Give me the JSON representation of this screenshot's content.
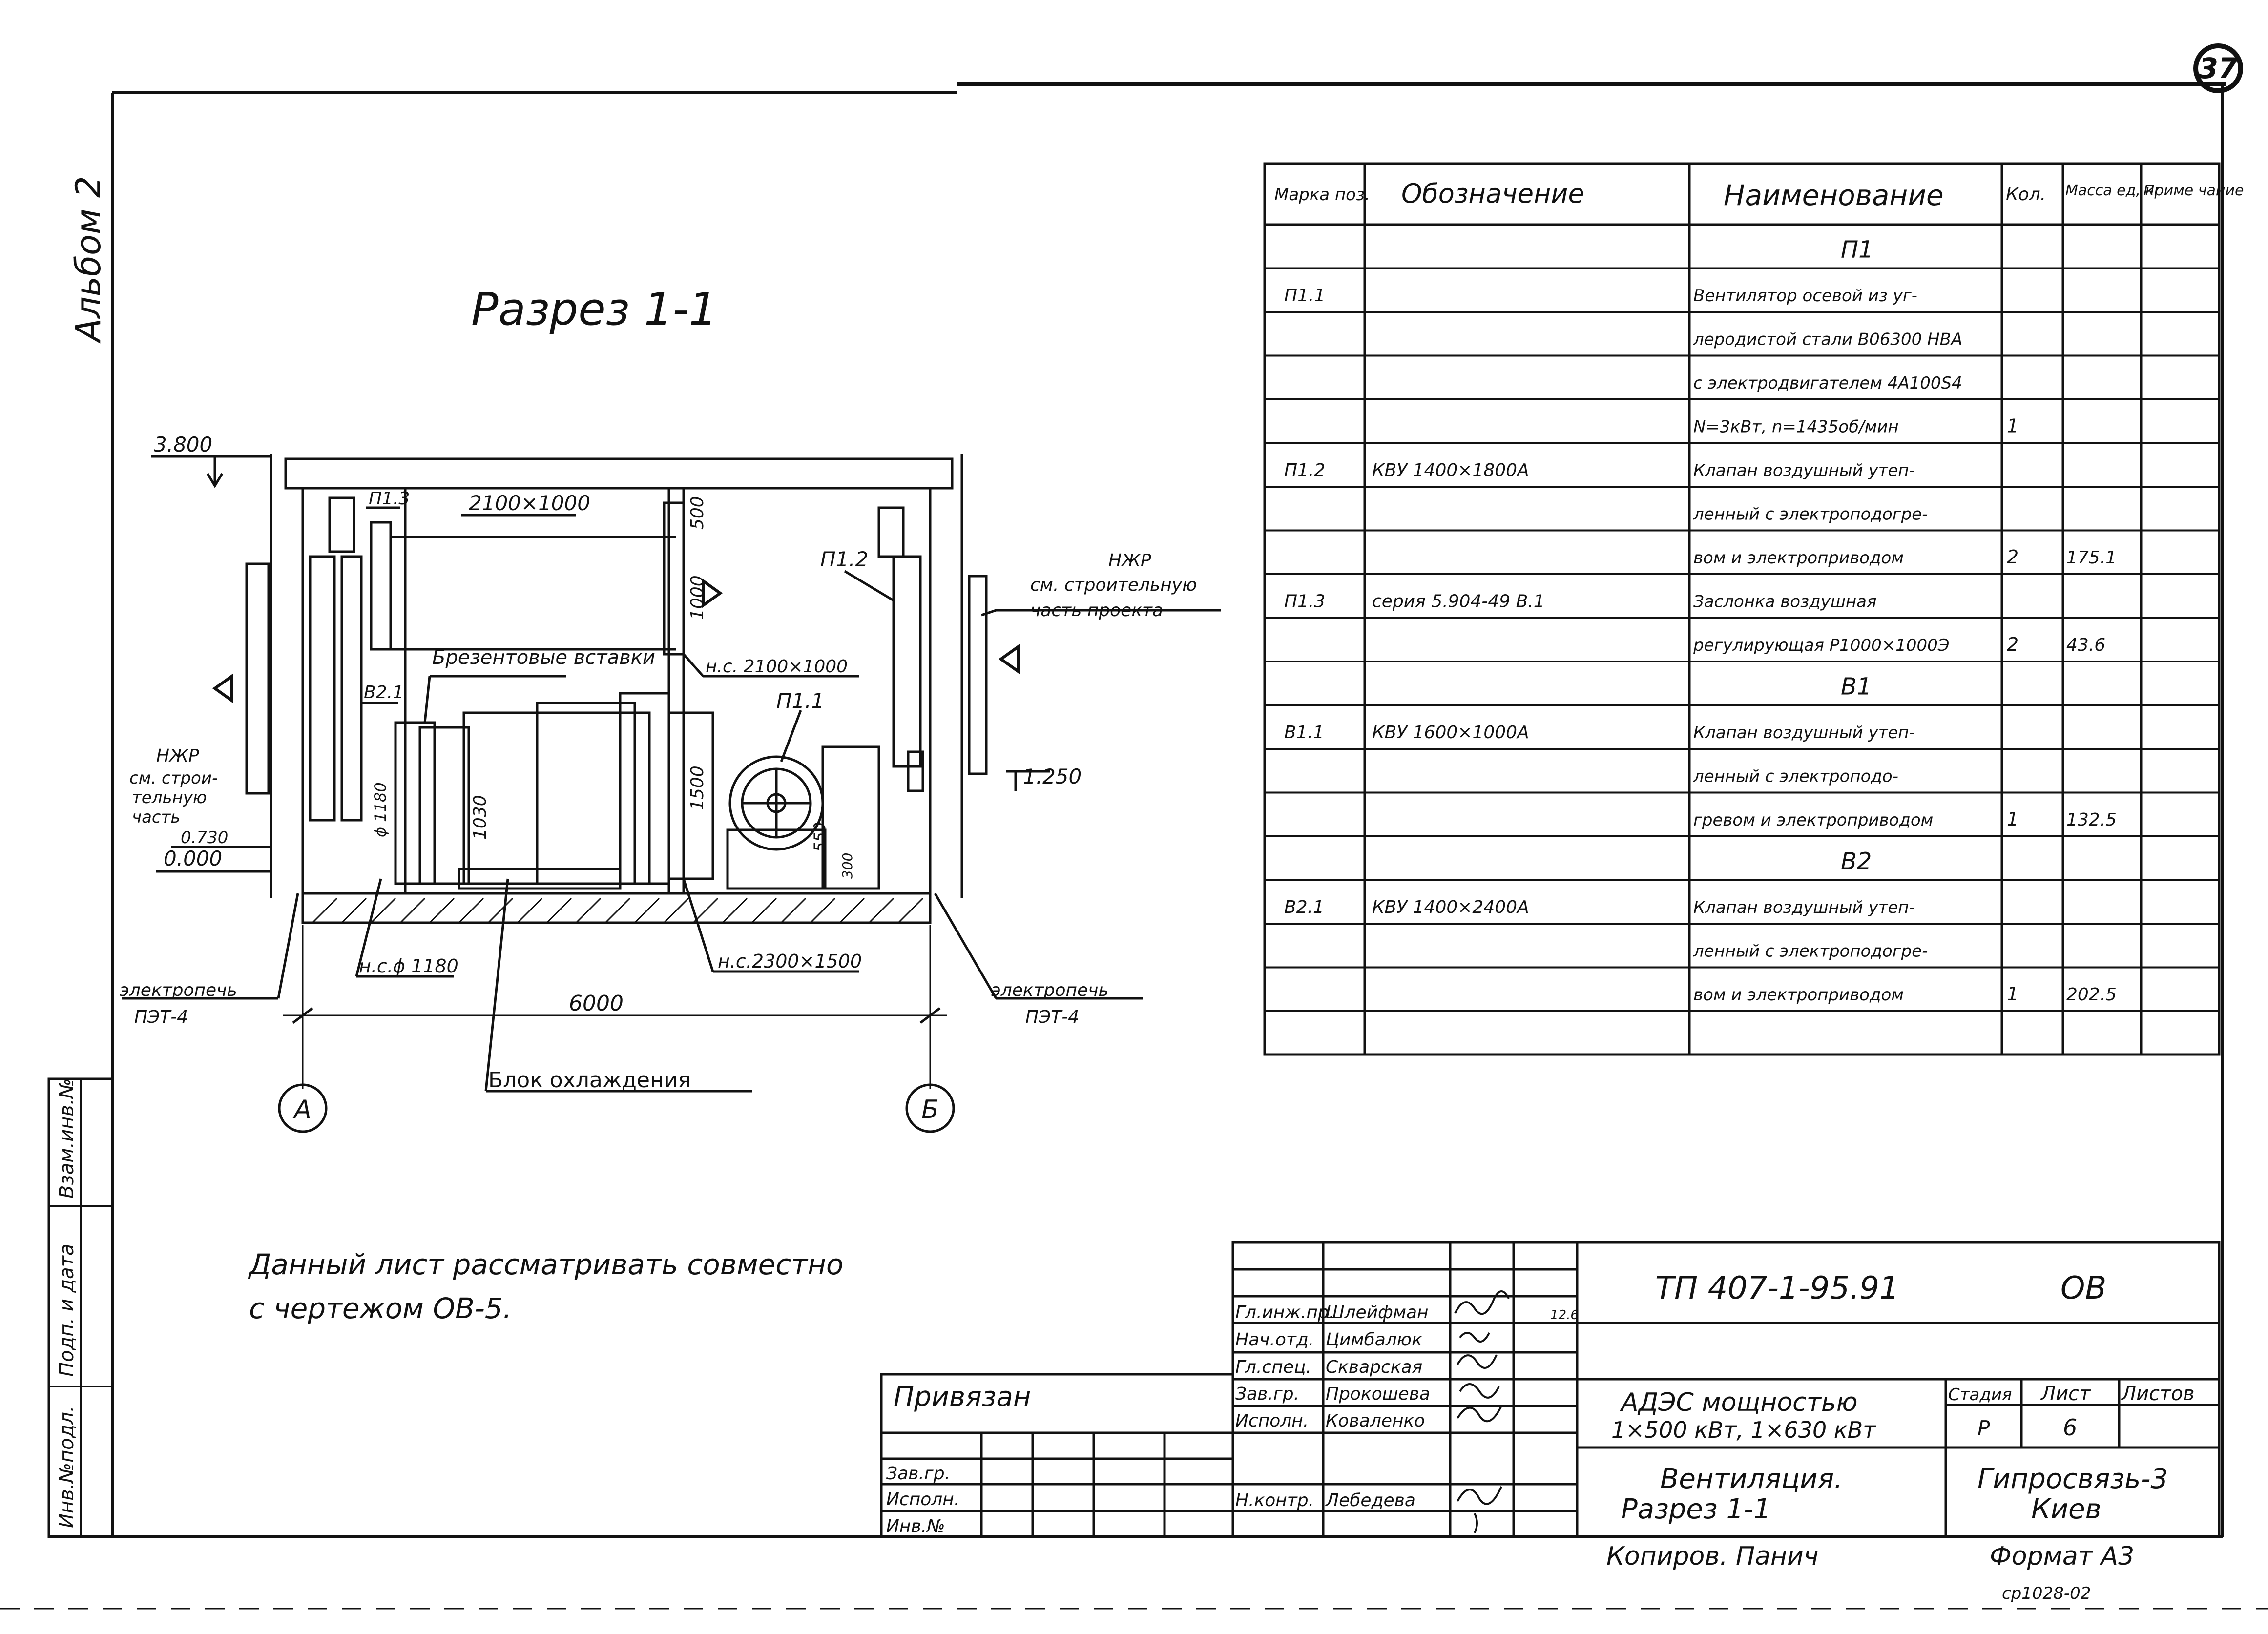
{
  "page_number": "37",
  "side_title": "Альбом 2",
  "section_title": "Разрез 1-1",
  "note": {
    "line1": "Данный лист рассматривать совместно",
    "line2": "с чертежом ОВ-5."
  },
  "drawing": {
    "level_top": "3.800",
    "level_mid": "0.730",
    "level_zero": "0.000",
    "level_right": "1.250",
    "tag_p13": "П1.3",
    "tag_p12": "П1.2",
    "tag_p11": "П1.1",
    "tag_b21": "В2.1",
    "duct_top": "2100×1000",
    "dim_500": "500",
    "dim_1000": "1000",
    "dim_1500": "1500",
    "dim_1030": "1030",
    "dim_1180": "ϕ 1180",
    "dim_550": "550",
    "dim_300": "300",
    "canvas_label": "Брезентовые вставки",
    "nc_2100": "н.с. 2100×1000",
    "nc_1180": "н.с.ϕ 1180",
    "nc_2300": "н.с.2300×1500",
    "njr_right_1": "НЖР",
    "njr_right_2": "см. строительную",
    "njr_right_3": "часть проекта",
    "njr_left_1": "НЖР",
    "njr_left_2": "см. строи-",
    "njr_left_3": "тельную",
    "njr_left_4": "часть",
    "furnace_left_1": "электропечь",
    "furnace_left_2": "ПЭТ-4",
    "furnace_right_1": "электропечь",
    "furnace_right_2": "ПЭТ-4",
    "span": "6000",
    "cooling_block": "Блок охлаждения",
    "axis_a": "А",
    "axis_b": "Б"
  },
  "spec_table": {
    "headers": [
      "Марка поз.",
      "Обозначение",
      "Наименование",
      "Кол.",
      "Масса ед, кг",
      "Приме чание"
    ],
    "rows": [
      [
        "",
        "",
        "П1",
        "",
        "",
        ""
      ],
      [
        "П1.1",
        "",
        "Вентилятор осевой из уг-",
        "",
        "",
        ""
      ],
      [
        "",
        "",
        "леродистой стали В06300 НВА",
        "",
        "",
        ""
      ],
      [
        "",
        "",
        "с электродвигателем 4А100S4",
        "",
        "",
        ""
      ],
      [
        "",
        "",
        "N=3кВт, n=1435об/мин",
        "1",
        "",
        ""
      ],
      [
        "П1.2",
        "КВУ 1400×1800А",
        "Клапан воздушный утеп-",
        "",
        "",
        ""
      ],
      [
        "",
        "",
        "ленный с электроподогре-",
        "",
        "",
        ""
      ],
      [
        "",
        "",
        "вом и электроприводом",
        "2",
        "175.1",
        ""
      ],
      [
        "П1.3",
        "серия 5.904-49 В.1",
        "Заслонка воздушная",
        "",
        "",
        ""
      ],
      [
        "",
        "",
        "регулирующая Р1000×1000Э",
        "2",
        "43.6",
        ""
      ],
      [
        "",
        "",
        "В1",
        "",
        "",
        ""
      ],
      [
        "В1.1",
        "КВУ 1600×1000А",
        "Клапан воздушный утеп-",
        "",
        "",
        ""
      ],
      [
        "",
        "",
        "ленный с электроподо-",
        "",
        "",
        ""
      ],
      [
        "",
        "",
        "гревом и электроприводом",
        "1",
        "132.5",
        ""
      ],
      [
        "",
        "",
        "В2",
        "",
        "",
        ""
      ],
      [
        "В2.1",
        "КВУ 1400×2400А",
        "Клапан воздушный утеп-",
        "",
        "",
        ""
      ],
      [
        "",
        "",
        "ленный с электроподогре-",
        "",
        "",
        ""
      ],
      [
        "",
        "",
        "вом и электроприводом",
        "1",
        "202.5",
        ""
      ],
      [
        "",
        "",
        "",
        "",
        "",
        ""
      ]
    ]
  },
  "title_block": {
    "doc_code": "ТП 407-1-95.91",
    "doc_mark": "ОВ",
    "project_line1": "АДЭС мощностью",
    "project_line2": "1×500 кВт, 1×630 кВт",
    "sheet_title_line1": "Вентиляция.",
    "sheet_title_line2": "Разрез 1-1",
    "stage_label": "Стадия",
    "sheet_label": "Лист",
    "sheets_label": "Листов",
    "stage": "Р",
    "sheet": "6",
    "org_line1": "Гипросвязь-3",
    "org_line2": "Киев",
    "bound_label": "Привязан",
    "date_mark": "12.6",
    "roles": [
      {
        "role": "Гл.инж.пр.",
        "name": "Шлейфман"
      },
      {
        "role": "Нач.отд.",
        "name": "Цимбалюк"
      },
      {
        "role": "Гл.спец.",
        "name": "Скварская"
      },
      {
        "role": "Зав.гр.",
        "name": "Прокошева"
      },
      {
        "role": "Исполн.",
        "name": "Коваленко"
      },
      {
        "role": "Н.контр.",
        "name": "Лебедева"
      }
    ],
    "left_roles": [
      "Зав.гр.",
      "Исполн.",
      "Инв.№"
    ],
    "copied": "Копиров. Панич",
    "format": "Формат А3",
    "footer_code": "ср1028-02"
  },
  "side_stamp": [
    "Инв.№подл.",
    "Подп. и дата",
    "Взам.инв.№"
  ]
}
